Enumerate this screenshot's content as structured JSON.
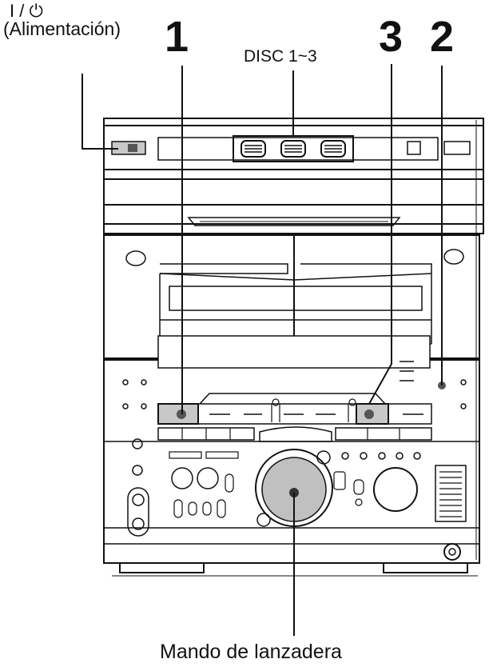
{
  "labels": {
    "power_symbol": "I / ⏻",
    "power_text": "(Alimentación)",
    "callout_1": "1",
    "callout_2": "2",
    "callout_3": "3",
    "disc_label": "DISC 1~3",
    "shuttle_label": "Mando de lanzadera"
  }
}
